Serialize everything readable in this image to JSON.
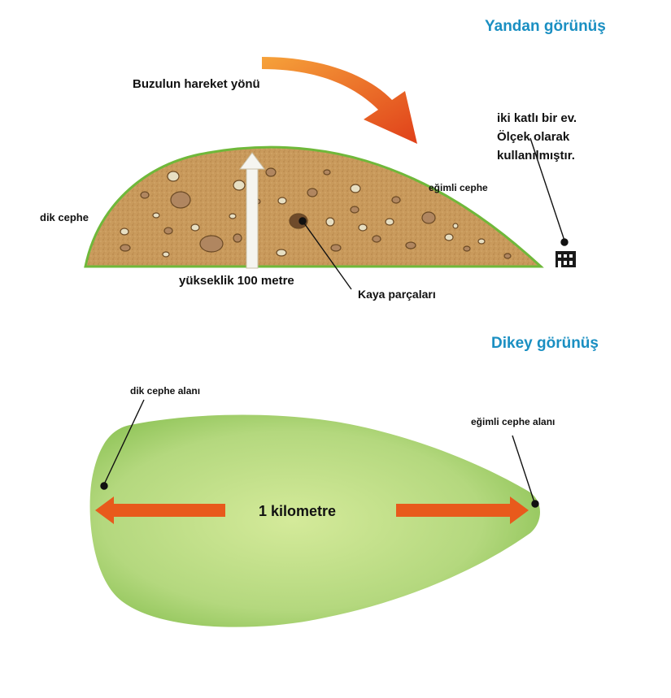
{
  "side_view": {
    "title": "Yandan görünüş",
    "movement_label": "Buzulun hareket yönü",
    "house_note": [
      "iki katlı bir ev.",
      "Ölçek olarak",
      "kullanılmıştır."
    ],
    "steep_face_label": "dik cephe",
    "gentle_slope_label": "eğimli cephe",
    "height_label": "yükseklik 100 metre",
    "rocks_label": "Kaya parçaları"
  },
  "top_view": {
    "title": "Dikey görünüş",
    "steep_area_label": "dik cephe alanı",
    "gentle_area_label": "eğimli cephe alanı",
    "length_label": "1 kilometre"
  },
  "colors": {
    "title_blue": "#1a8fc2",
    "drumlin_fill": "#c8965a",
    "drumlin_outline": "#6fb83a",
    "arrow_orange": "#e85a1c",
    "top_view_green": "#a8d26e"
  },
  "icons": {
    "movement_arrow": "curved-arrow-icon",
    "house": "house-icon",
    "height_arrow": "up-arrow-icon"
  }
}
